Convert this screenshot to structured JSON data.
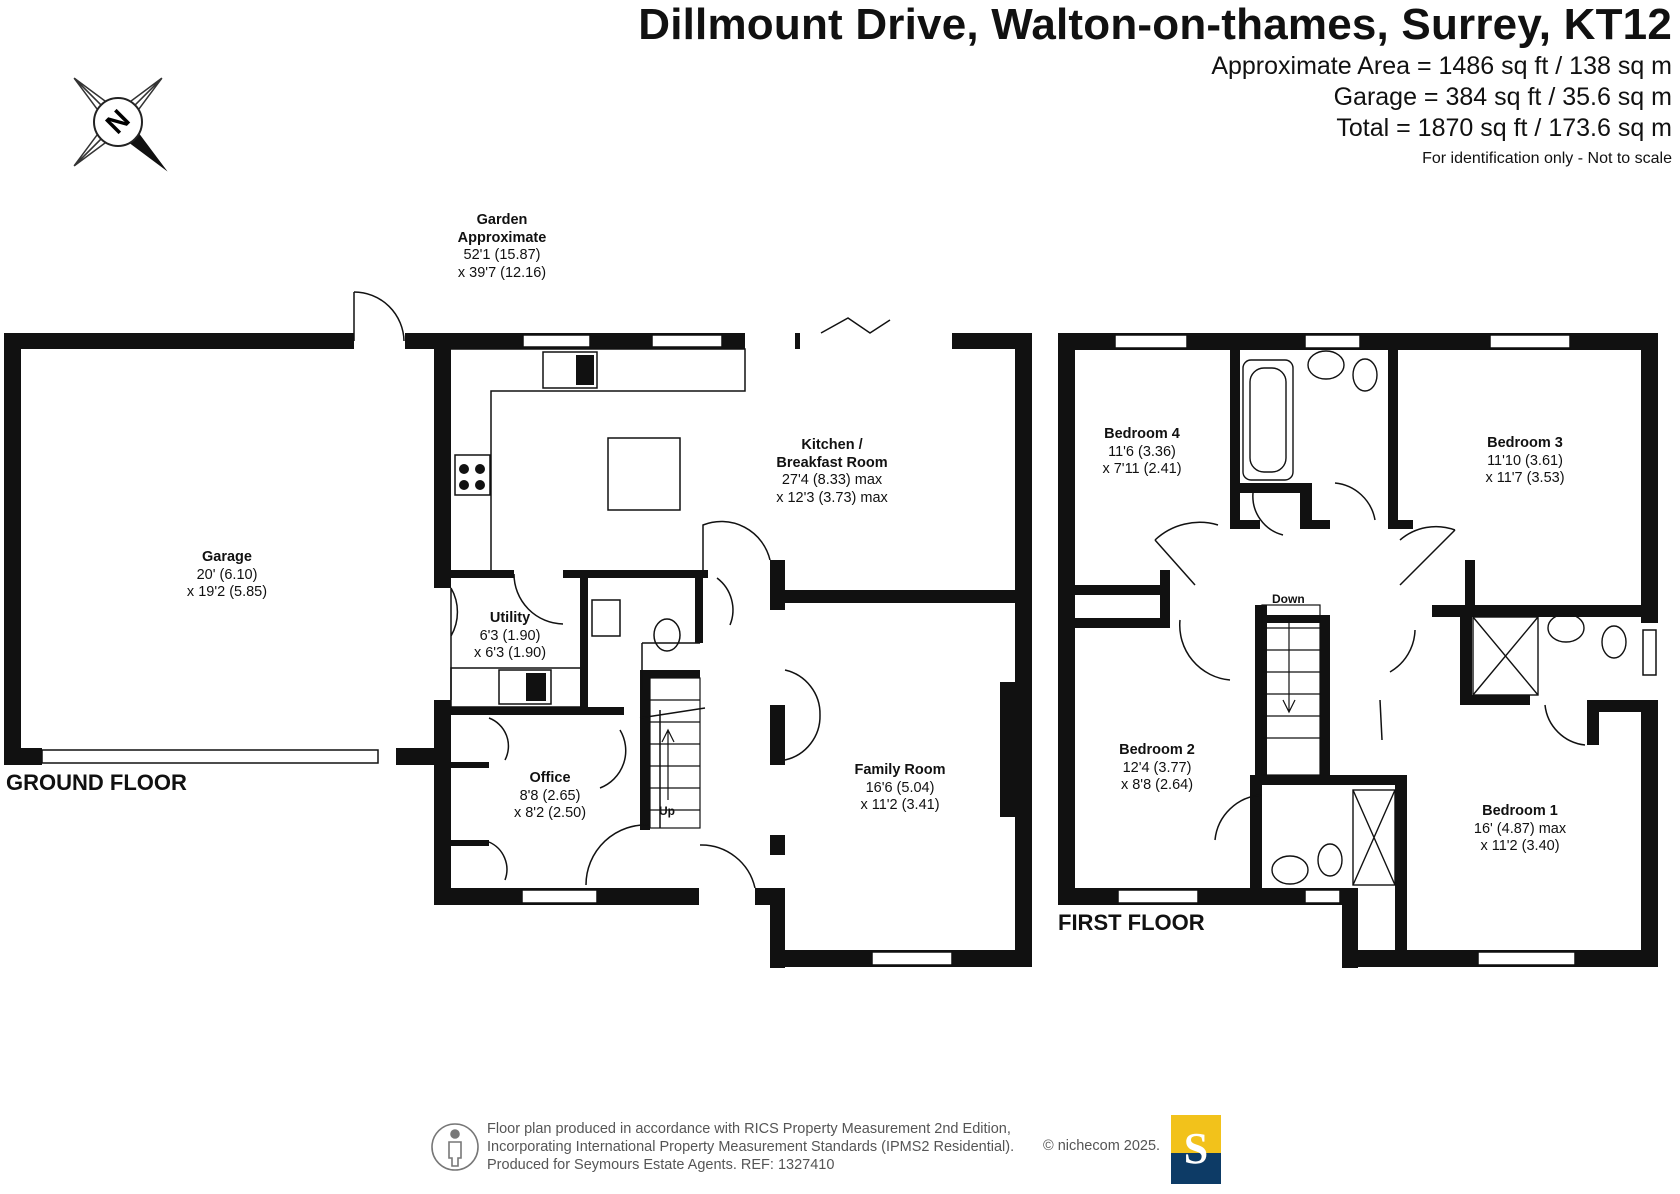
{
  "header": {
    "title": "Dillmount Drive, Walton-on-thames, Surrey, KT12",
    "approx_area": "Approximate Area = 1486 sq ft / 138 sq m",
    "garage_area": "Garage = 384 sq ft / 35.6 sq m",
    "total_area": "Total = 1870 sq ft / 173.6 sq m",
    "note": "For identification only - Not to scale"
  },
  "compass": {
    "label": "N",
    "icon": "compass-north-icon"
  },
  "floors": {
    "ground": "GROUND FLOOR",
    "first": "FIRST FLOOR"
  },
  "rooms": {
    "garden": {
      "name": "Garden",
      "name2": "Approximate",
      "dim1": "52'1 (15.87)",
      "dim2": "x 39'7 (12.16)"
    },
    "garage": {
      "name": "Garage",
      "dim1": "20' (6.10)",
      "dim2": "x 19'2 (5.85)"
    },
    "kitchen": {
      "name": "Kitchen /",
      "name2": "Breakfast Room",
      "dim1": "27'4 (8.33) max",
      "dim2": "x 12'3 (3.73) max"
    },
    "utility": {
      "name": "Utility",
      "dim1": "6'3 (1.90)",
      "dim2": "x 6'3 (1.90)"
    },
    "office": {
      "name": "Office",
      "dim1": "8'8 (2.65)",
      "dim2": "x 8'2 (2.50)"
    },
    "family": {
      "name": "Family Room",
      "dim1": "16'6 (5.04)",
      "dim2": "x 11'2 (3.41)"
    },
    "bedroom4": {
      "name": "Bedroom 4",
      "dim1": "11'6 (3.36)",
      "dim2": "x 7'11 (2.41)"
    },
    "bedroom3": {
      "name": "Bedroom 3",
      "dim1": "11'10 (3.61)",
      "dim2": "x 11'7 (3.53)"
    },
    "bedroom2": {
      "name": "Bedroom 2",
      "dim1": "12'4 (3.77)",
      "dim2": "x 8'8 (2.64)"
    },
    "bedroom1": {
      "name": "Bedroom 1",
      "dim1": "16' (4.87) max",
      "dim2": "x 11'2 (3.40)"
    }
  },
  "stairs": {
    "up": "Up",
    "down": "Down"
  },
  "footer": {
    "line1": "Floor plan produced in accordance with RICS Property Measurement 2nd Edition,",
    "line2": "Incorporating International Property Measurement Standards (IPMS2 Residential).",
    "line3": "Produced for Seymours Estate Agents.   REF: 1327410",
    "copyright": "© nichecom 2025.",
    "logo_letter": "S",
    "logo_colors": {
      "top": "#f2c21b",
      "bottom": "#0d3b66",
      "letter": "#ffffff"
    }
  }
}
